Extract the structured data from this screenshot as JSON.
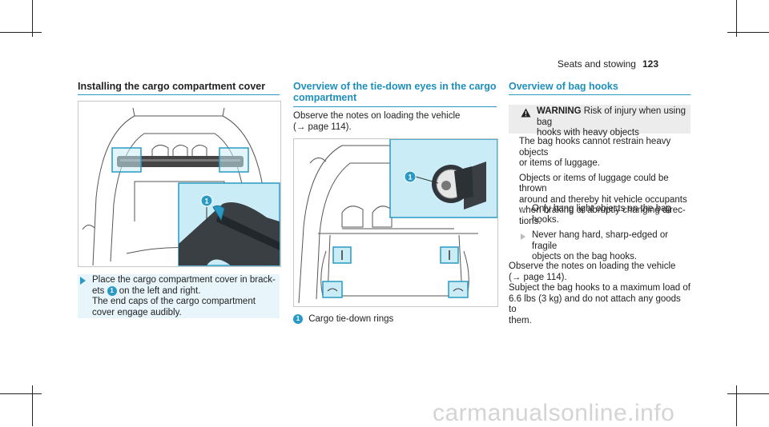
{
  "header": {
    "section": "Seats and stowing",
    "page_number": "123"
  },
  "col1": {
    "title": "Installing the cargo compartment cover",
    "figure": {
      "callout": "1"
    },
    "instruction": {
      "line1": "Place the cargo compartment cover in brack-",
      "line2_a": "ets ",
      "callout": "1",
      "line2_b": " on the left and right.",
      "line3": "The end caps of the cargo compartment",
      "line4": "cover engage audibly."
    }
  },
  "col2": {
    "title_line1": "Overview of the tie-down eyes in the cargo",
    "title_line2": "compartment",
    "intro_line1": "Observe the notes on loading the vehicle",
    "intro_line2": "(→ page 114).",
    "figure": {
      "callout": "1"
    },
    "legend": {
      "callout": "1",
      "label": "Cargo tie-down rings"
    }
  },
  "col3": {
    "title": "Overview of bag hooks",
    "warning": {
      "label": "WARNING",
      "text_line1": " Risk of injury when using bag",
      "text_line2": "hooks with heavy objects"
    },
    "para1_line1": "The bag hooks cannot restrain heavy objects",
    "para1_line2": "or items of luggage.",
    "para2_line1": "Objects or items of luggage could be thrown",
    "para2_line2": "around and thereby hit vehicle occupants",
    "para2_line3": "when braking or abruptly changing direc-",
    "para2_line4": "tions.",
    "bullet1_line1": "Only hang light objects on the bag",
    "bullet1_line2": "hooks.",
    "bullet2_line1": "Never hang hard, sharp-edged or fragile",
    "bullet2_line2": "objects on the bag hooks.",
    "para3_line1": "Observe the notes on loading the vehicle",
    "para3_line2": "(→ page 114).",
    "para4_line1": "Subject the bag hooks to a maximum load of",
    "para4_line2": "6.6 lbs (3 kg) and do not attach any goods to",
    "para4_line3": "them."
  },
  "colors": {
    "accent": "#2a9ac4",
    "inset": "#c9ecf7",
    "title_blue": "#1e8fbd"
  },
  "footer": {
    "watermark": "carmanualsonline.info"
  }
}
